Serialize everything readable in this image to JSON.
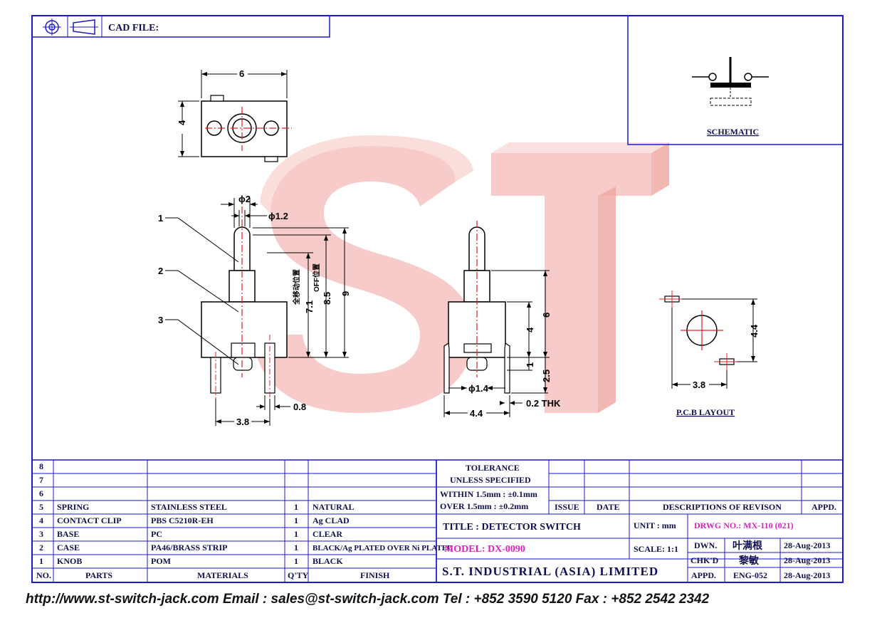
{
  "header": {
    "cad_file_label": "CAD FILE:"
  },
  "schematic": {
    "label": "SCHEMATIC"
  },
  "pcb": {
    "label": "P.C.B LAYOUT",
    "dim_w": "3.8",
    "dim_h": "4.4"
  },
  "watermark": {
    "text": "ST"
  },
  "top_view": {
    "dim_w": "6",
    "dim_h": "4"
  },
  "front_view": {
    "dim_d1": "ϕ2",
    "dim_d2": "ϕ1.2",
    "dim_full": "全移动位置",
    "dim_off": "OFF位置",
    "dim_71": "7.1",
    "dim_85": "8.5",
    "dim_9": "9",
    "dim_38": "3.8",
    "dim_08": "0.8",
    "callouts": [
      "1",
      "2",
      "3"
    ]
  },
  "side_view": {
    "dim_6": "6",
    "dim_4": "4",
    "dim_1": "1",
    "dim_25": "2.5",
    "dim_d14": "ϕ1.4",
    "dim_44": "4.4",
    "dim_thk": "0.2 THK"
  },
  "bom": {
    "headers": {
      "no": "NO.",
      "parts": "PARTS",
      "materials": "MATERIALS",
      "qty": "Q'TY",
      "finish": "FINISH"
    },
    "rows": [
      {
        "no": "8",
        "part": "",
        "material": "",
        "qty": "",
        "finish": ""
      },
      {
        "no": "7",
        "part": "",
        "material": "",
        "qty": "",
        "finish": ""
      },
      {
        "no": "6",
        "part": "",
        "material": "",
        "qty": "",
        "finish": ""
      },
      {
        "no": "5",
        "part": "SPRING",
        "material": "STAINLESS STEEL",
        "qty": "1",
        "finish": "NATURAL"
      },
      {
        "no": "4",
        "part": "CONTACT CLIP",
        "material": "PBS C5210R-EH",
        "qty": "1",
        "finish": "Ag CLAD"
      },
      {
        "no": "3",
        "part": "BASE",
        "material": "PC",
        "qty": "1",
        "finish": "CLEAR"
      },
      {
        "no": "2",
        "part": "CASE",
        "material": "PA46/BRASS STRIP",
        "qty": "1",
        "finish": "BLACK/Ag PLATED OVER Ni PLATED"
      },
      {
        "no": "1",
        "part": "KNOB",
        "material": "POM",
        "qty": "1",
        "finish": "BLACK"
      }
    ]
  },
  "tolerance": {
    "line1": "TOLERANCE",
    "line2": "UNLESS SPECIFIED",
    "within": "WITHIN 1.5mm : ±0.1mm",
    "over": "OVER   1.5mm : ±0.2mm"
  },
  "revision": {
    "issue": "ISSUE",
    "date": "DATE",
    "desc": "DESCRIPTIONS OF REVISON",
    "appd": "APPD."
  },
  "title_block": {
    "title": "TITLE : DETECTOR SWITCH",
    "unit": "UNIT :  mm",
    "drwg_no": "DRWG NO.: MX-110 (021)",
    "model": "MODEL: DX-0090",
    "scale": "SCALE:  1:1",
    "company": "S.T. INDUSTRIAL (ASIA) LIMITED",
    "dwn_label": "DWN.",
    "dwn_name": "叶满根",
    "dwn_date": "28-Aug-2013",
    "chkd_label": "CHK'D",
    "chkd_name": "黎敏",
    "chkd_date": "28-Aug-2013",
    "appd_label": "APPD.",
    "appd_name": "ENG-052",
    "appd_date": "28-Aug-2013"
  },
  "footer": {
    "text": "http://www.st-switch-jack.com  Email : sales@st-switch-jack.com  Tel : +852 3590 5120  Fax : +852 2542 2342"
  },
  "colors": {
    "border": "#1a1acc",
    "center_line": "#e02020",
    "watermark": "#f4b8b4",
    "magenta": "#e020c0"
  }
}
